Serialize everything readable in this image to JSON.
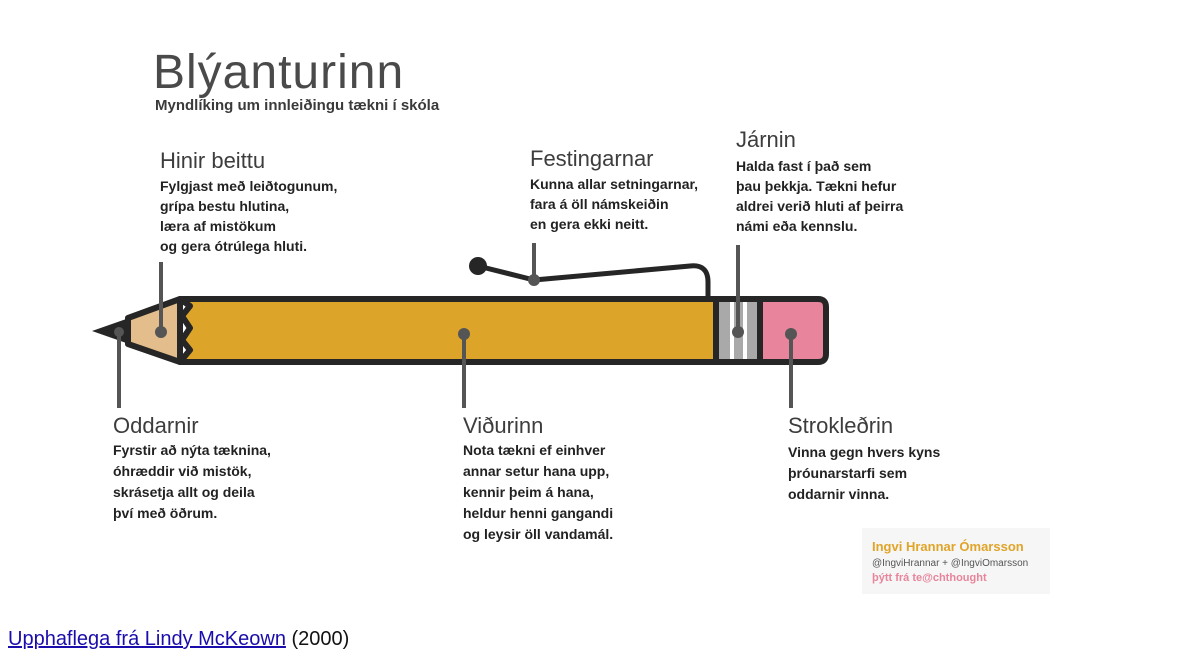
{
  "title": "Blýanturinn",
  "subtitle": "Myndlíking um innleiðingu tækni í skóla",
  "labels": [
    {
      "key": "beittu",
      "heading": "Hinir beittu",
      "lines": [
        "Fylgjast með leiðtogunum,",
        "grípa bestu hlutina,",
        "læra af mistökum",
        "og gera ótrúlega hluti."
      ]
    },
    {
      "key": "festingarnar",
      "heading": "Festingarnar",
      "lines": [
        "Kunna allar setningarnar,",
        "fara á öll námskeiðin",
        "en gera ekki neitt."
      ]
    },
    {
      "key": "jarnin",
      "heading": "Járnin",
      "lines": [
        "Halda fast í það sem",
        "þau þekkja. Tækni hefur",
        "aldrei verið hluti af þeirra",
        "námi eða kennslu."
      ]
    },
    {
      "key": "oddarnir",
      "heading": "Oddarnir",
      "lines": [
        "Fyrstir að nýta tæknina,",
        "óhræddir við mistök,",
        "skrásetja allt og deila",
        "því með öðrum."
      ]
    },
    {
      "key": "vidurinn",
      "heading": "Viðurinn",
      "lines": [
        "Nota tækni ef einhver",
        "annar setur hana upp,",
        "kennir þeim á hana,",
        "heldur henni gangandi",
        "og leysir öll vandamál."
      ]
    },
    {
      "key": "strokledrin",
      "heading": "Strokleðrin",
      "lines": [
        "Vinna gegn hvers kyns",
        "þróunarstarfi sem",
        "oddarnir vinna."
      ]
    }
  ],
  "credit": {
    "name": "Ingvi Hrannar Ómarsson",
    "handles": "@IngviHrannar + @IngviOmarsson",
    "by": "þýtt frá te@chthought"
  },
  "colors": {
    "wood": "#dca52a",
    "tip": "#e3be8c",
    "ferrule": "#a9a9a9",
    "eraser": "#e8849b",
    "outline": "#262626"
  },
  "caption": {
    "link_text": "Upphaflega frá Lindy McKeown",
    "rest": " (2000)"
  }
}
